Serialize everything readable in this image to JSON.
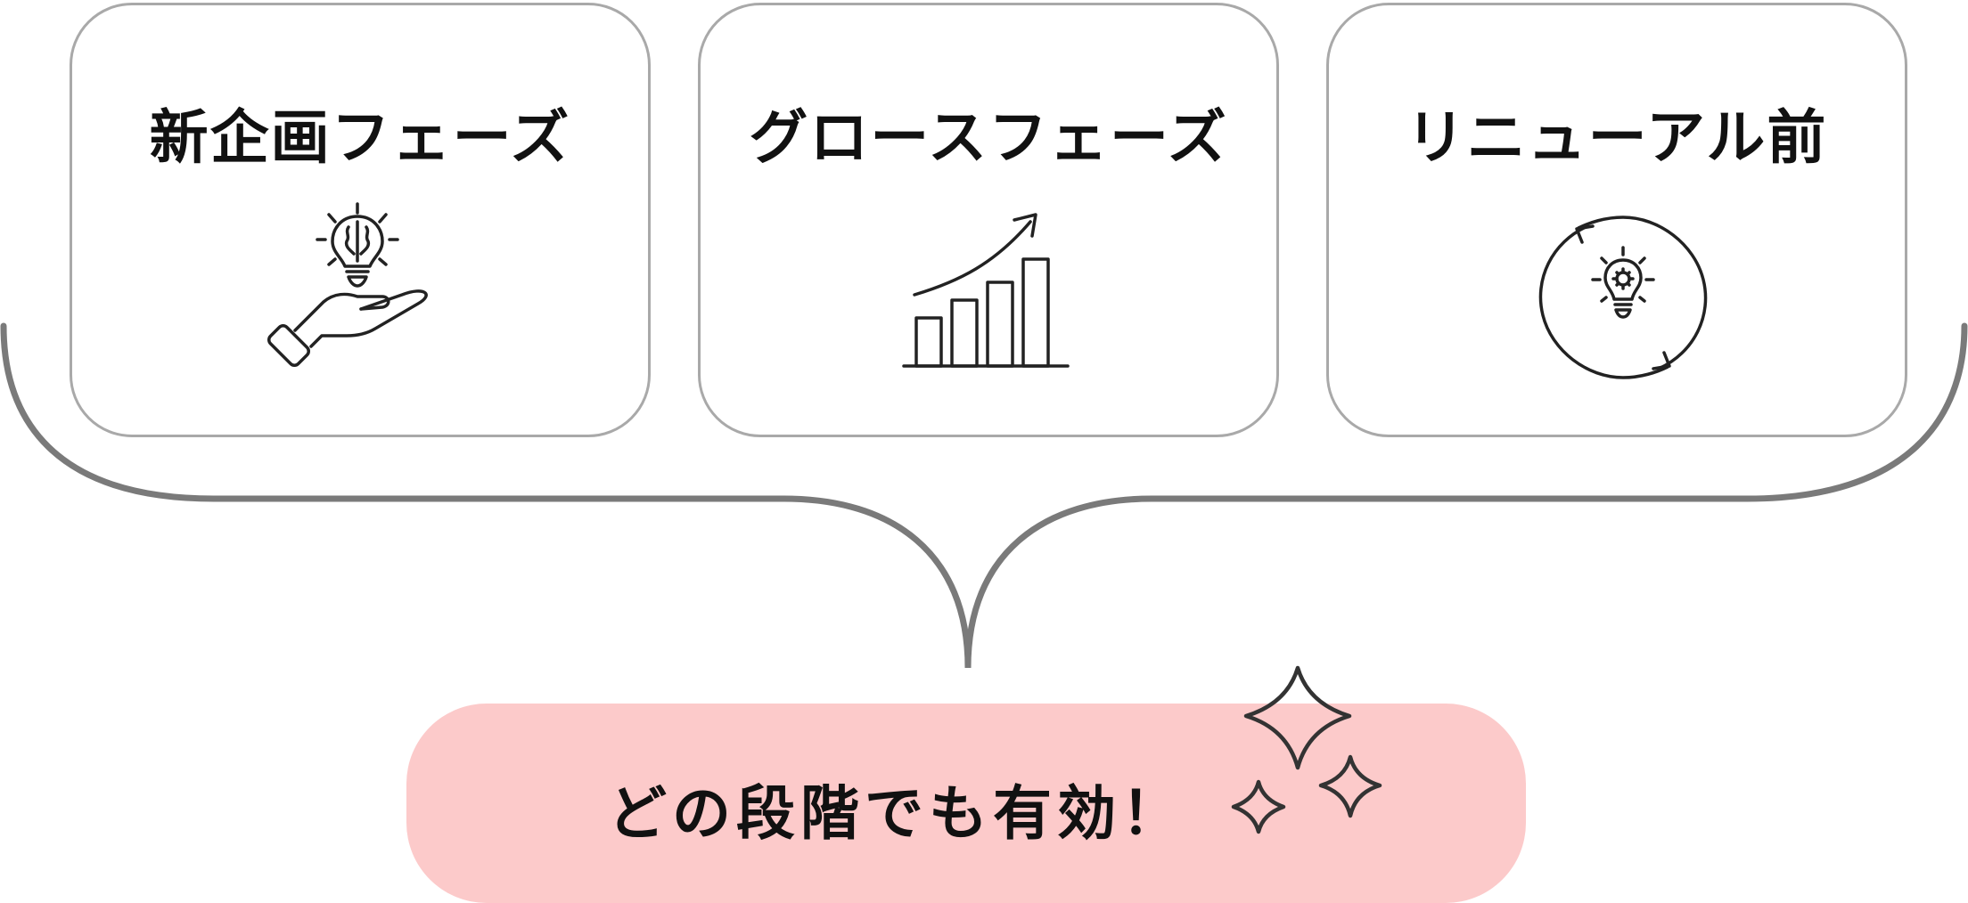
{
  "phases": [
    {
      "title": "新企画フェーズ",
      "icon": "idea-in-hand-icon"
    },
    {
      "title": "グロースフェーズ",
      "icon": "growth-chart-icon"
    },
    {
      "title": "リニューアル前",
      "icon": "renewal-idea-icon"
    }
  ],
  "result": {
    "label": "どの段階でも有効！"
  },
  "colors": {
    "pill": "#fccaca",
    "card_border": "#a9a9a9",
    "brace": "#7a7a7a",
    "text": "#111111"
  }
}
